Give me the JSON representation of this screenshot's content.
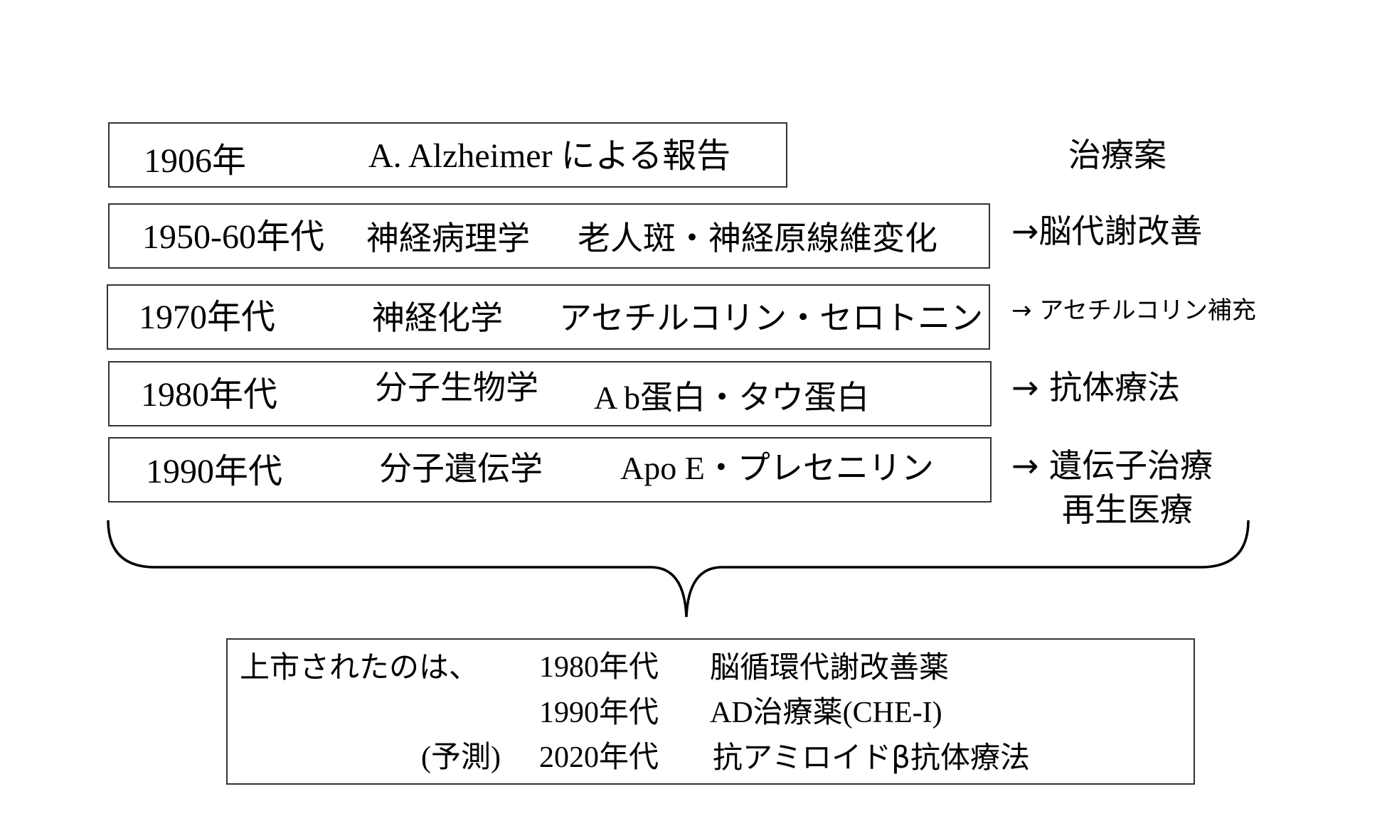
{
  "header": {
    "treatment_title": "治療案"
  },
  "timeline": [
    {
      "era": "1906年",
      "field": "",
      "content": "A.   Alzheimer による報告",
      "treatment": ""
    },
    {
      "era": "1950-60年代",
      "field": "神経病理学",
      "content": "老人斑・神経原線維変化",
      "treatment": "→脳代謝改善"
    },
    {
      "era": "1970年代",
      "field": "神経化学",
      "content": "アセチルコリン・セロトニン",
      "treatment": "→ アセチルコリン補充"
    },
    {
      "era": "1980年代",
      "field": "分子生物学",
      "content": "A b蛋白・タウ蛋白",
      "treatment": "→ 抗体療法"
    },
    {
      "era": "1990年代",
      "field": "分子遺伝学",
      "content": "Apo E・プレセニリン",
      "treatment": "→ 遺伝子治療",
      "treatment_line2": "再生医療"
    }
  ],
  "summary": {
    "intro": "上市されたのは、",
    "rows": [
      {
        "prefix": "",
        "era": "1980年代",
        "drug": "脳循環代謝改善薬"
      },
      {
        "prefix": "",
        "era": "1990年代",
        "drug": "AD治療薬(CHE-I)"
      },
      {
        "prefix": "(予測)",
        "era": "2020年代",
        "drug": "抗アミロイドβ抗体療法"
      }
    ]
  }
}
